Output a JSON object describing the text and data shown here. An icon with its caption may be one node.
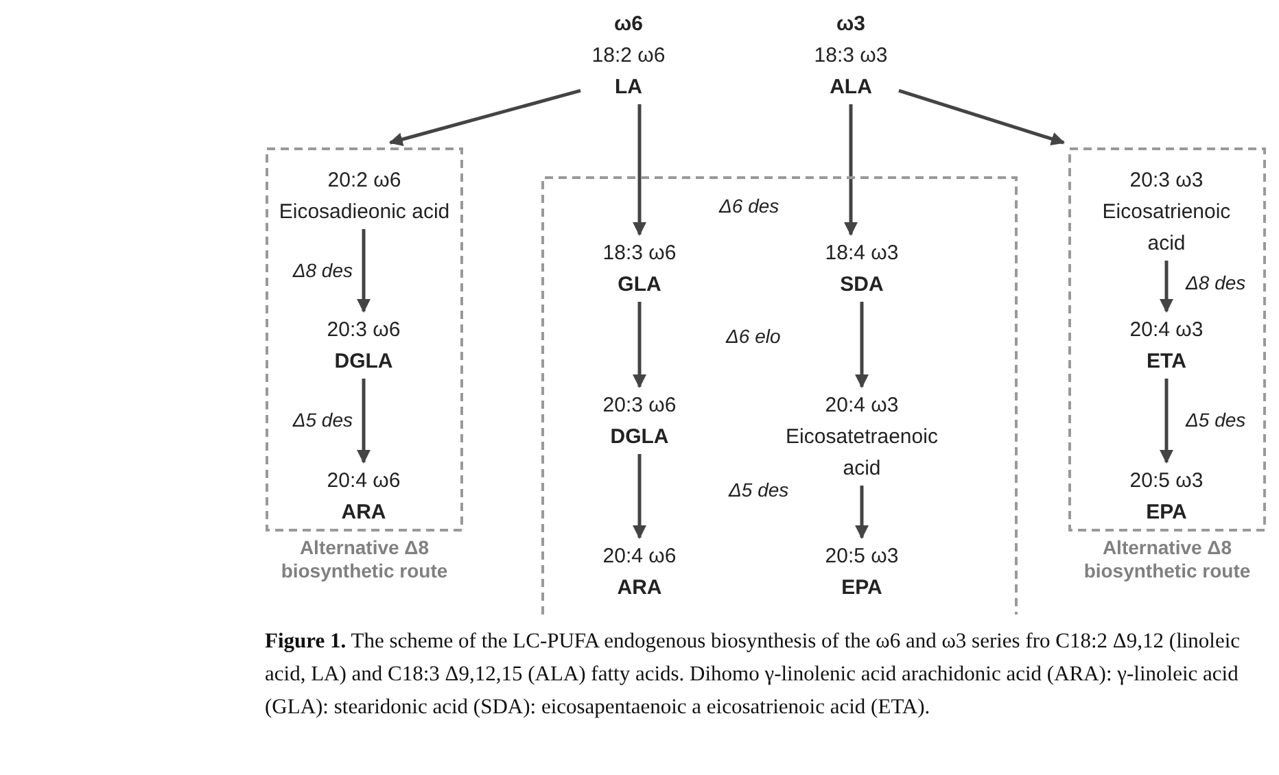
{
  "diagram": {
    "caption": "**Figure 1.** The scheme of the LC-PUFA endogenous biosynthesis of the ω6 and ω3 series fro C18:2 Δ9,12 (linoleic acid, LA) and C18:3 Δ9,12,15 (ALA) fatty acids. Dihomo γ-linolenic acid arachidonic acid (ARA): γ-linoleic acid (GLA): stearidonic acid (SDA): eicosapentaenoic a eicosatrienoic acid (ETA).",
    "nodes": [
      {
        "text": [
          "ω6",
          "18:2 ω6",
          "LA"
        ]
      },
      {
        "text": [
          "ω3",
          "18:3 ω3",
          "ALA"
        ]
      },
      {
        "text": [
          "Alternative Δ8 biosynthetic route"
        ]
      },
      {
        "text": [
          "20:2 ω6",
          "Eicosadieonic acid"
        ],
        "in": 2
      },
      {
        "text": [
          "20:3 ω6",
          "DGLA"
        ],
        "in": 2
      },
      {
        "text": [
          "20:4 ω6",
          "ARA"
        ],
        "in": 2
      },
      {
        "text": [],
        "shape": "box"
      },
      {
        "text": [
          "18:3 ω6",
          "GLA"
        ],
        "in": 6
      },
      {
        "text": [
          "18:4 ω3",
          "SDA"
        ],
        "in": 6
      },
      {
        "text": [
          "20:3 ω6",
          "DGLA"
        ],
        "in": 6
      },
      {
        "text": [
          "20:4 ω3",
          "Eicosatetraenoic acid"
        ],
        "in": 6
      },
      {
        "text": [
          "20:4 ω6",
          "ARA"
        ],
        "in": 6
      },
      {
        "text": [
          "20:5 ω3",
          "EPA"
        ],
        "in": 6
      },
      {
        "text": [
          "Alternative Δ8 biosynthetic route"
        ]
      },
      {
        "text": [
          "20:3 ω3",
          "Eicosatrienoic acid"
        ],
        "in": 13
      },
      {
        "text": [
          "20:4 ω3",
          "ETA"
        ],
        "in": 13
      },
      {
        "text": [
          "20:5 ω3",
          "EPA"
        ],
        "in": 13
      }
    ],
    "edges": [
      {
        "from": 0,
        "to": 2,
        "arrow": "to"
      },
      {
        "from": 0,
        "to": 7,
        "arrow": "to"
      },
      {
        "from": 1,
        "to": 8,
        "arrow": "to"
      },
      {
        "from": 1,
        "to": 13,
        "arrow": "to"
      },
      {
        "from": 3,
        "to": 4,
        "arrow": "to",
        "label": "Δ8 des"
      },
      {
        "from": 4,
        "to": 5,
        "arrow": "to",
        "label": "Δ5 des"
      },
      {
        "from": 7,
        "to": 9,
        "arrow": "to"
      },
      {
        "from": 9,
        "to": 11,
        "arrow": "to"
      },
      {
        "from": 8,
        "to": 10,
        "arrow": "to"
      },
      {
        "from": 10,
        "to": 12,
        "arrow": "to"
      },
      {
        "from": 14,
        "to": 15,
        "arrow": "to",
        "label": "Δ8 des"
      },
      {
        "from": 15,
        "to": 16,
        "arrow": "to",
        "label": "Δ5 des"
      }
    ],
    "labels": [
      "Δ6 des",
      "Δ6 elo",
      "Δ5 des"
    ]
  }
}
